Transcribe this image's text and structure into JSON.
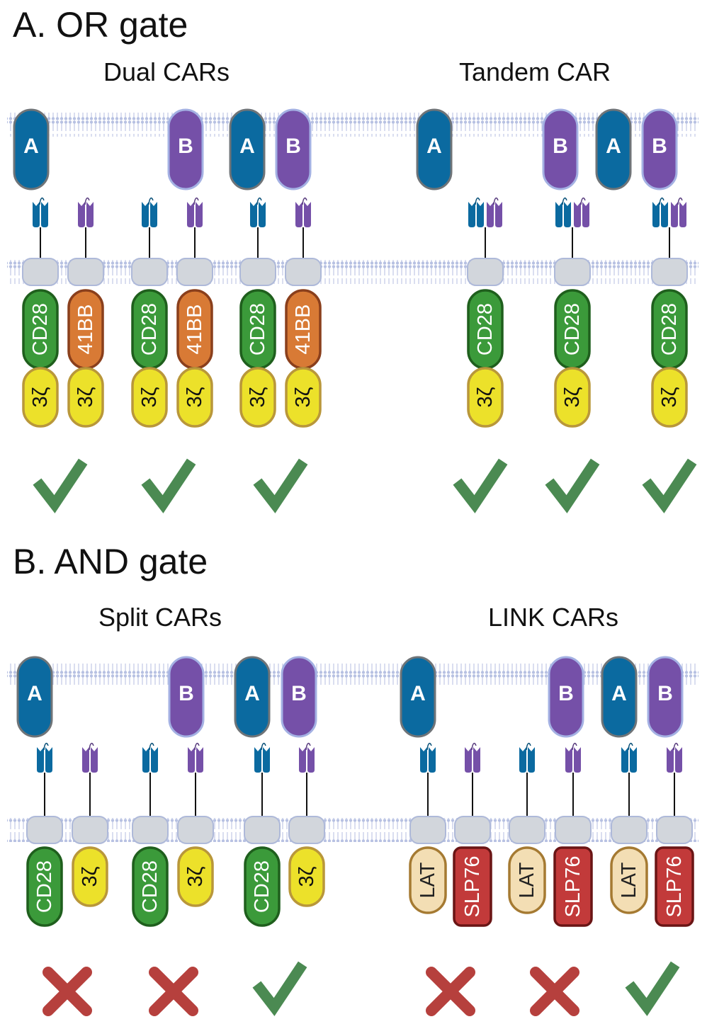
{
  "section_a": {
    "title": "A. OR gate",
    "groups": [
      {
        "title": "Dual CARs"
      },
      {
        "title": "Tandem CAR"
      }
    ]
  },
  "section_b": {
    "title": "B. AND gate",
    "groups": [
      {
        "title": "Split CARs"
      },
      {
        "title": "LINK CARs"
      }
    ]
  },
  "antigens": {
    "a": "A",
    "b": "B"
  },
  "domains": {
    "cd28": "CD28",
    "bb41": "41BB",
    "zeta": "3ζ",
    "lat": "LAT",
    "slp76": "SLP76"
  },
  "outcome_icons": {
    "active": "check-icon",
    "inactive": "cross-icon"
  },
  "colors": {
    "antigen_a": "#0b6aa0",
    "antigen_b": "#7550a8",
    "cd28": "#3b9a3a",
    "bb41": "#d87a35",
    "zeta": "#ece12a",
    "lat": "#f3deb4",
    "slp76": "#c23a3a",
    "check": "#4b8a52",
    "cross": "#b6403d",
    "transmembrane": "#d2d6dc"
  },
  "cells": [
    {
      "id": "dual-a",
      "section": "A",
      "antigens": [
        "A"
      ],
      "cars": [
        {
          "scfv": [
            "A"
          ],
          "tail": [
            "cd28",
            "zeta"
          ]
        },
        {
          "scfv": [
            "B"
          ],
          "tail": [
            "bb41",
            "zeta"
          ]
        }
      ],
      "outcome": "active"
    },
    {
      "id": "dual-b",
      "section": "A",
      "antigens": [
        "B"
      ],
      "cars": [
        {
          "scfv": [
            "A"
          ],
          "tail": [
            "cd28",
            "zeta"
          ]
        },
        {
          "scfv": [
            "B"
          ],
          "tail": [
            "bb41",
            "zeta"
          ]
        }
      ],
      "outcome": "active"
    },
    {
      "id": "dual-ab",
      "section": "A",
      "antigens": [
        "A",
        "B"
      ],
      "cars": [
        {
          "scfv": [
            "A"
          ],
          "tail": [
            "cd28",
            "zeta"
          ]
        },
        {
          "scfv": [
            "B"
          ],
          "tail": [
            "bb41",
            "zeta"
          ]
        }
      ],
      "outcome": "active"
    },
    {
      "id": "tandem-a",
      "section": "A",
      "antigens": [
        "A"
      ],
      "cars": [
        {
          "scfv": [
            "A",
            "B"
          ],
          "tail": [
            "cd28",
            "zeta"
          ]
        }
      ],
      "outcome": "active"
    },
    {
      "id": "tandem-b",
      "section": "A",
      "antigens": [
        "B"
      ],
      "cars": [
        {
          "scfv": [
            "A",
            "B"
          ],
          "tail": [
            "cd28",
            "zeta"
          ]
        }
      ],
      "outcome": "active"
    },
    {
      "id": "tandem-ab",
      "section": "A",
      "antigens": [
        "A",
        "B"
      ],
      "cars": [
        {
          "scfv": [
            "A",
            "B"
          ],
          "tail": [
            "cd28",
            "zeta"
          ]
        }
      ],
      "outcome": "active"
    },
    {
      "id": "split-a",
      "section": "B",
      "antigens": [
        "A"
      ],
      "cars": [
        {
          "scfv": [
            "A"
          ],
          "tail": [
            "cd28"
          ]
        },
        {
          "scfv": [
            "B"
          ],
          "tail": [
            "zeta"
          ]
        }
      ],
      "outcome": "inactive"
    },
    {
      "id": "split-b",
      "section": "B",
      "antigens": [
        "B"
      ],
      "cars": [
        {
          "scfv": [
            "A"
          ],
          "tail": [
            "cd28"
          ]
        },
        {
          "scfv": [
            "B"
          ],
          "tail": [
            "zeta"
          ]
        }
      ],
      "outcome": "inactive"
    },
    {
      "id": "split-ab",
      "section": "B",
      "antigens": [
        "A",
        "B"
      ],
      "cars": [
        {
          "scfv": [
            "A"
          ],
          "tail": [
            "cd28"
          ]
        },
        {
          "scfv": [
            "B"
          ],
          "tail": [
            "zeta"
          ]
        }
      ],
      "outcome": "active"
    },
    {
      "id": "link-a",
      "section": "B",
      "antigens": [
        "A"
      ],
      "cars": [
        {
          "scfv": [
            "A"
          ],
          "tail": [
            "lat"
          ]
        },
        {
          "scfv": [
            "B"
          ],
          "tail": [
            "slp76"
          ]
        }
      ],
      "outcome": "inactive"
    },
    {
      "id": "link-b",
      "section": "B",
      "antigens": [
        "B"
      ],
      "cars": [
        {
          "scfv": [
            "A"
          ],
          "tail": [
            "lat"
          ]
        },
        {
          "scfv": [
            "B"
          ],
          "tail": [
            "slp76"
          ]
        }
      ],
      "outcome": "inactive"
    },
    {
      "id": "link-ab",
      "section": "B",
      "antigens": [
        "A",
        "B"
      ],
      "cars": [
        {
          "scfv": [
            "A"
          ],
          "tail": [
            "lat"
          ]
        },
        {
          "scfv": [
            "B"
          ],
          "tail": [
            "slp76"
          ]
        }
      ],
      "outcome": "active"
    }
  ]
}
